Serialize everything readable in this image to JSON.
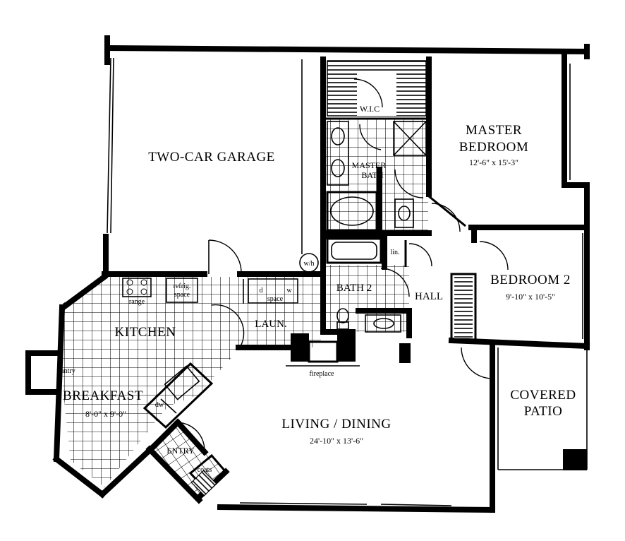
{
  "rooms": {
    "garage": "TWO-CAR GARAGE",
    "wic": "W.I.C",
    "master_bedroom_1": "MASTER",
    "master_bedroom_2": "BEDROOM",
    "master_bedroom_dim": "12'-6\" x 15'-3\"",
    "master_bath_1": "MASTER",
    "master_bath_2": "BATH",
    "lin": "lin.",
    "wh": "w/h",
    "bedroom2": "BEDROOM 2",
    "bedroom2_dim": "9'-10\" x 10'-5\"",
    "hall": "HALL",
    "bath2": "BATH 2",
    "range": "range",
    "refrig_1": "refrig.",
    "refrig_2": "space",
    "dw_space_d": "d",
    "dw_space_w": "w",
    "dw_space_label": "space",
    "kitchen": "KITCHEN",
    "laun": "LAUN.",
    "fireplace": "fireplace",
    "pantry": "pantry",
    "breakfast": "BREAKFAST",
    "breakfast_dim": "8'-0\" x 9'-0\"",
    "dw": "dw",
    "living_dining": "LIVING / DINING",
    "living_dining_dim": "24'-10\" x 13'-6\"",
    "entry": "ENTRY",
    "coats": "coats",
    "covered_patio_1": "COVERED",
    "covered_patio_2": "PATIO"
  }
}
